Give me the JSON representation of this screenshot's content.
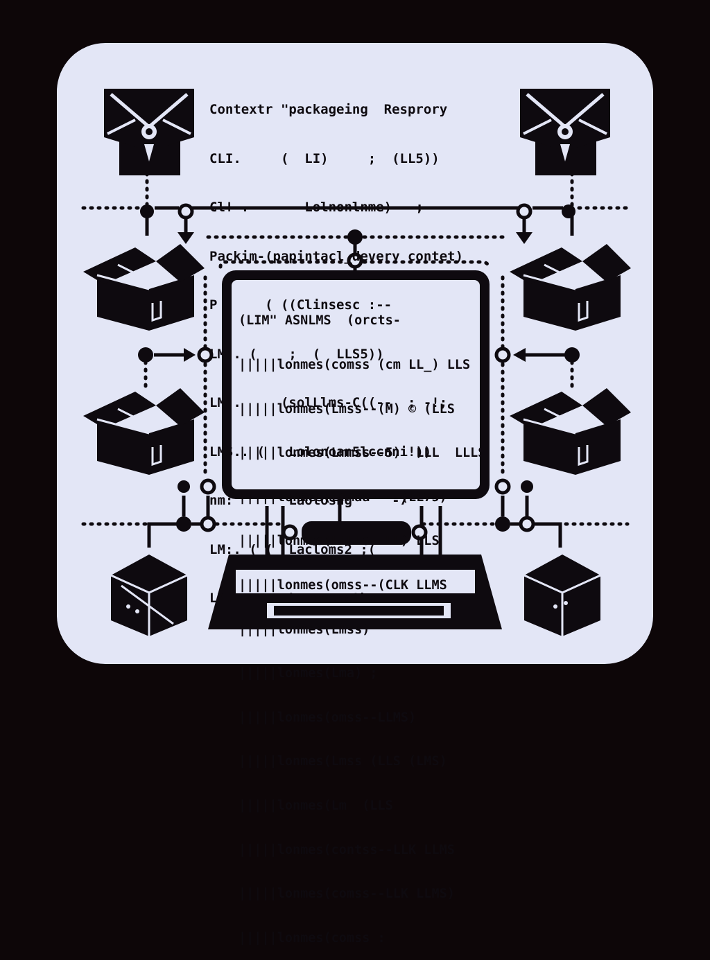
{
  "header_lines": [
    "Contextr \"packageing  Resprory",
    "CLI.     (  LI)     ;  (LL5))",
    "Cl! .       Lolnonlnme)   ;",
    "Packim-(papintacl_devery contet)",
    "P      ( ((Clinsesc :--",
    "LM:. (    ;  (  LLS5))",
    "LM:.     (solLlms-C((--  ; -!;",
    "LMS.. (   Lolonoan5lccnni!))",
    "nm:       Laolosng     -7",
    "LM:. ( (  Lacloms2 ;(",
    "LM.:      Leremencthe"
  ],
  "screen_lines": [
    "(LIM\" ASNLMS  (orcts-",
    "|||||lonmes(comss (cm LL_) LLS",
    "|||||lonmes(Lmss--(M) © (LLS",
    "|||||lonmes(Lmmss--5)  LLL  LLLS",
    "|||||lonmes(Lmmaa--- (LL75)",
    "|||||lonmes(LLLLs--LL) LLS",
    "|||||lonmes(omss--(CLK LLMS",
    "|||||lonmes(Lmss)",
    "|||||lonmes(Lma) ;",
    "|||||lonmes(omss--LLMS)",
    "|||||lonmes(Lmss (LLS (LMS)",
    "|||||lonmes(Lm  (LLS",
    "|||||lonmes(contss--LLK LLMS",
    "|||||lonmes(comss--LLK LLMS)",
    "|||||lonmes(comss :"
  ],
  "colors": {
    "background": "#0d0608",
    "panel": "#e3e6f6",
    "ink": "#0e0a0f"
  },
  "icons": [
    "delivery-envelope-icon",
    "open-box-icon",
    "cube-icon",
    "computer-monitor-icon",
    "keyboard-icon"
  ]
}
